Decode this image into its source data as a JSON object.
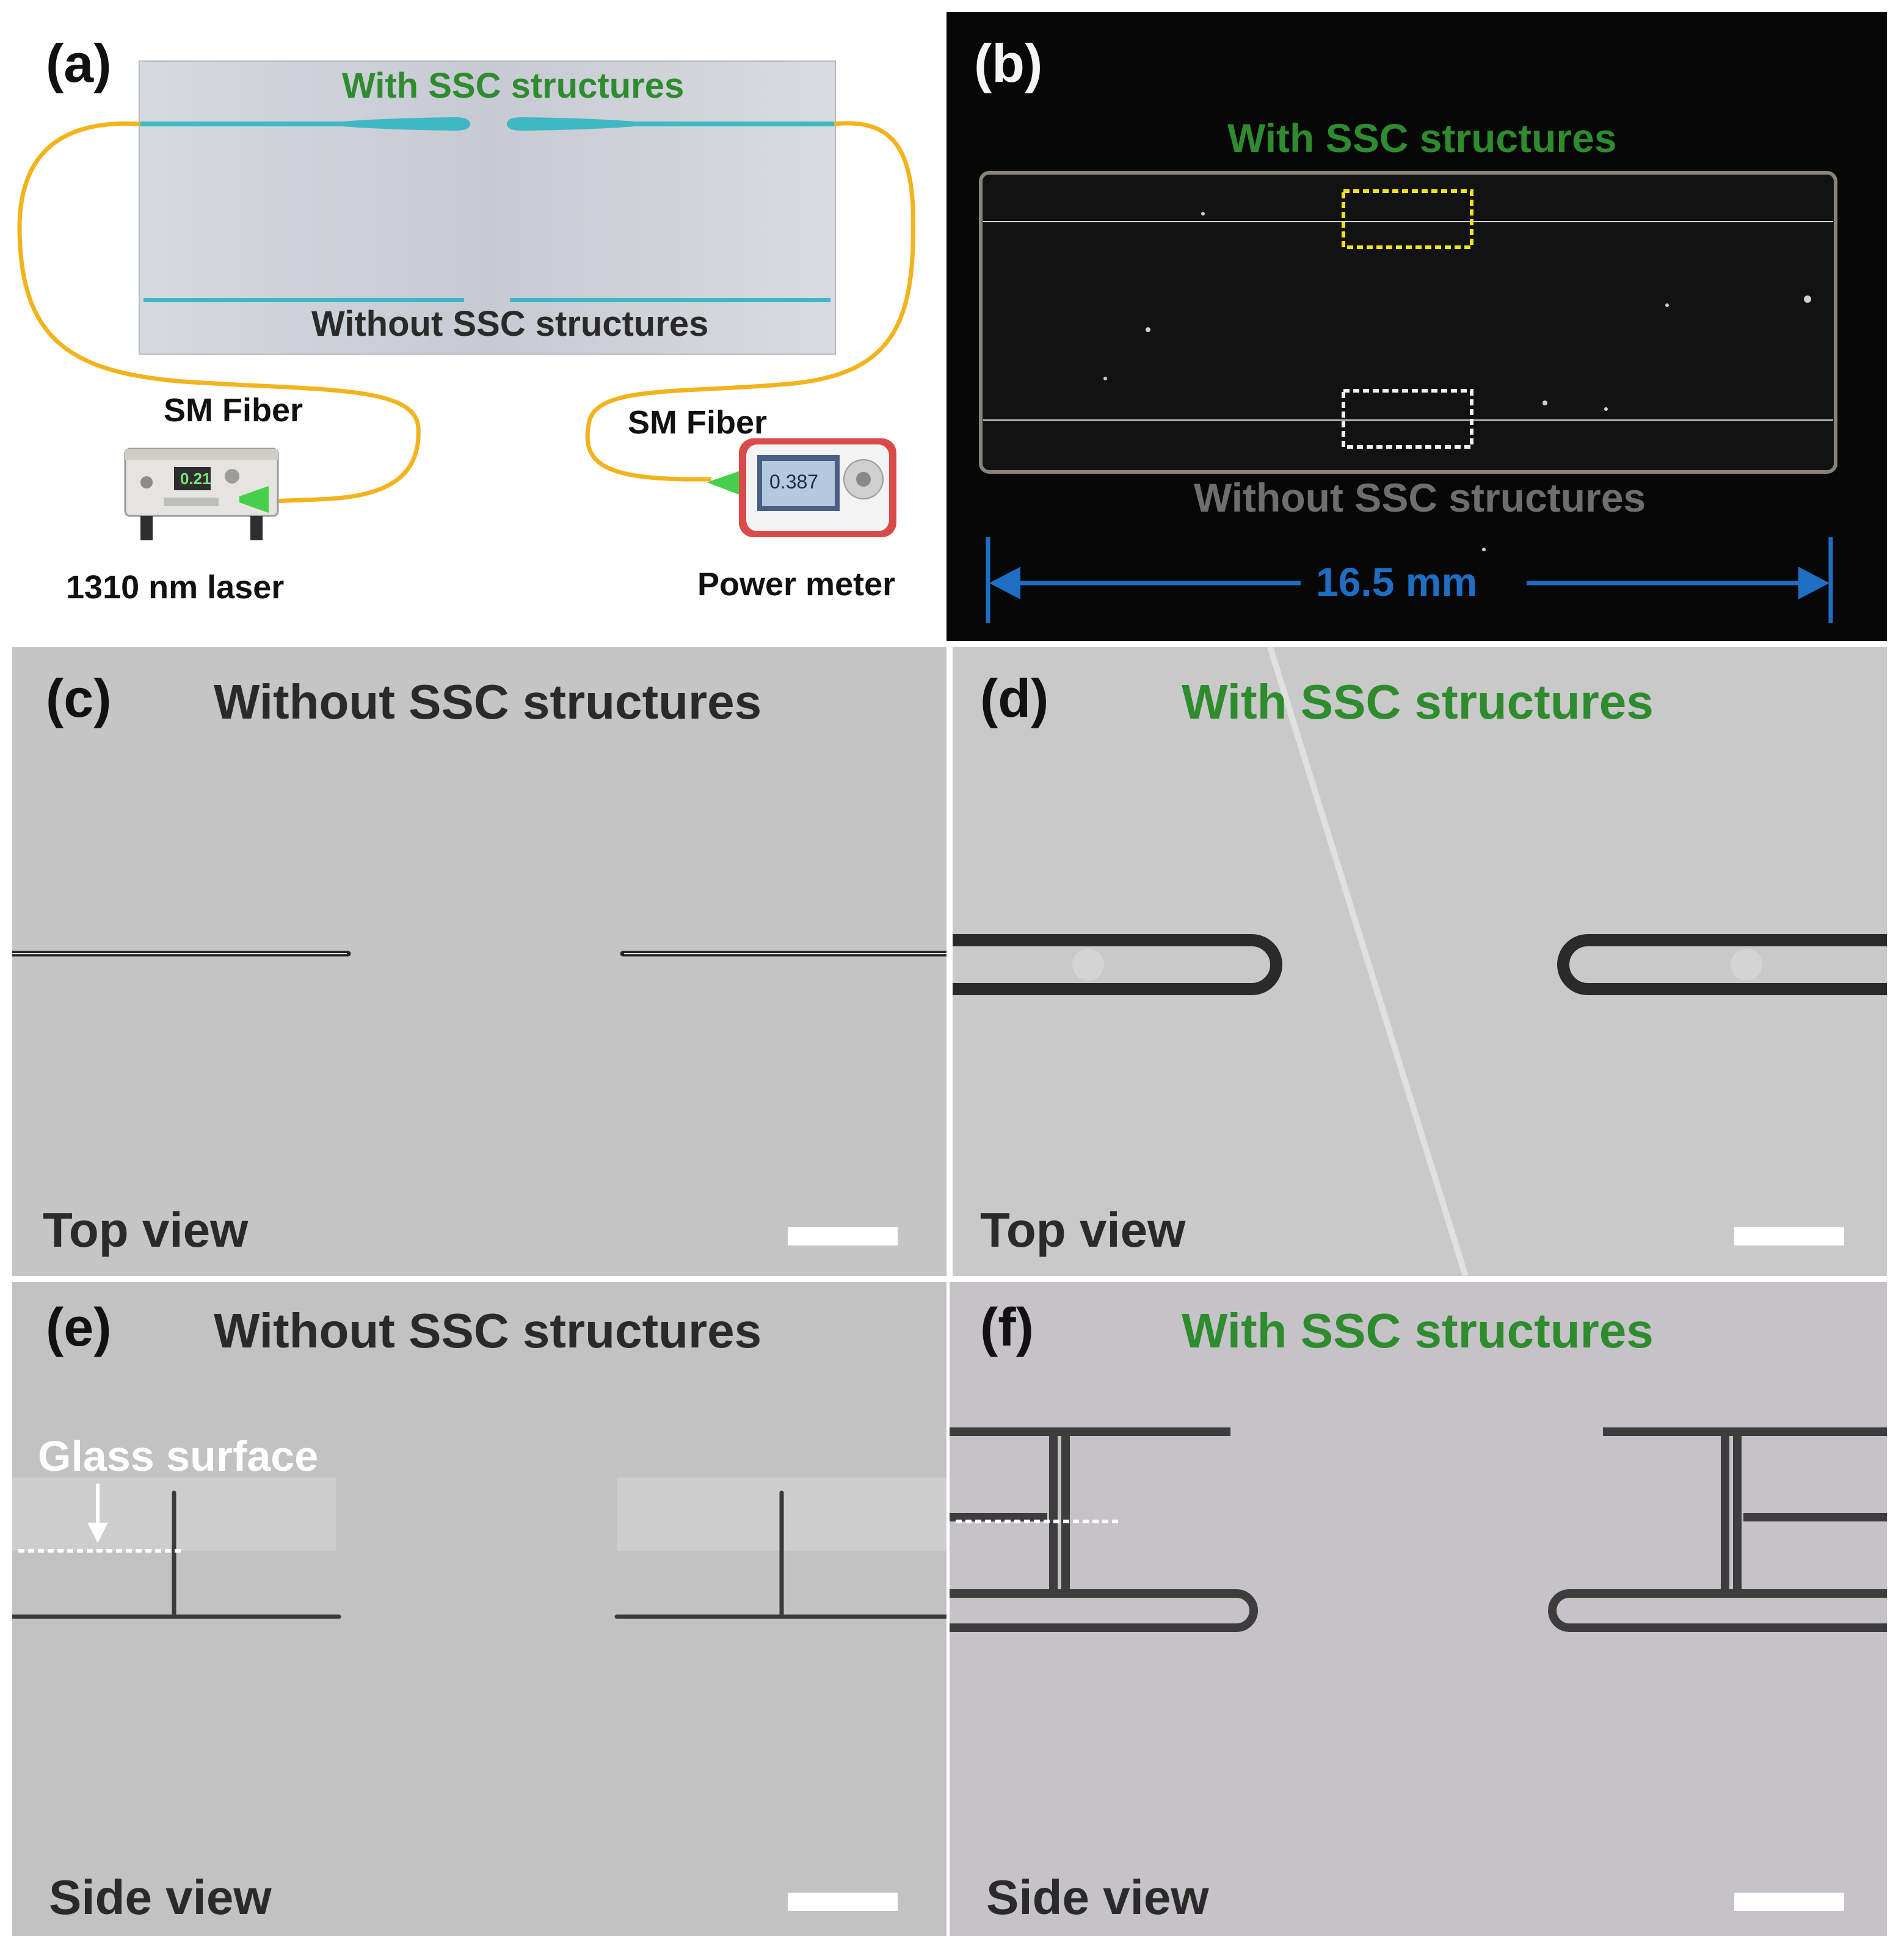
{
  "colors": {
    "with_ssc": "#2e8b2e",
    "without_ssc_dark": "#2a2a2a",
    "without_ssc_grey": "#6e6e6e",
    "fiber": "#f2b31c",
    "waveguide": "#3fb8c4",
    "dimension": "#1e6fc4",
    "highlight_box": "#f2e21b"
  },
  "panel_a": {
    "label": "(a)",
    "with_ssc": "With SSC structures",
    "without_ssc": "Without SSC structures",
    "fiber_left": "SM Fiber",
    "fiber_right": "SM Fiber",
    "laser": "1310 nm laser",
    "power_meter": "Power meter",
    "meter_reading": "0.387",
    "laser_display": "0.21"
  },
  "panel_b": {
    "label": "(b)",
    "with_ssc": "With SSC structures",
    "without_ssc": "Without SSC structures",
    "length": "16.5 mm"
  },
  "panel_c": {
    "label": "(c)",
    "title": "Without SSC structures",
    "view": "Top view"
  },
  "panel_d": {
    "label": "(d)",
    "title": "With SSC structures",
    "view": "Top view"
  },
  "panel_e": {
    "label": "(e)",
    "title": "Without SSC structures",
    "view": "Side view",
    "annotation": "Glass surface"
  },
  "panel_f": {
    "label": "(f)",
    "title": "With SSC structures",
    "view": "Side view"
  }
}
